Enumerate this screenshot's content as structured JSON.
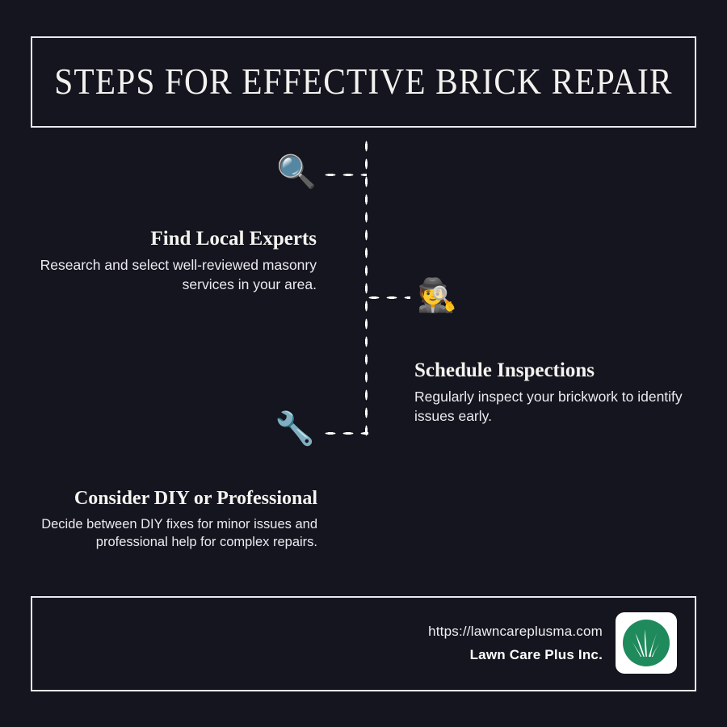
{
  "canvas": {
    "background_color": "#14151e",
    "border_color": "#e9e9ef",
    "text_color": "#f3f2ef"
  },
  "header": {
    "title": "STEPS FOR EFFECTIVE BRICK REPAIR"
  },
  "steps": [
    {
      "icon": "magnifying-glass-emoji",
      "glyph": "🔍",
      "heading": "Find Local Experts",
      "body": "Research and select well-reviewed masonry services in your area.",
      "align": "right"
    },
    {
      "icon": "detective-emoji",
      "glyph": "🕵️",
      "heading": "Schedule Inspections",
      "body": "Regularly inspect your brickwork to identify issues early.",
      "align": "left"
    },
    {
      "icon": "wrench-emoji",
      "glyph": "🔧",
      "heading": "Consider DIY or Professional",
      "body": "Decide between DIY fixes for minor issues and professional help for complex repairs.",
      "align": "right"
    }
  ],
  "footer": {
    "url": "https://lawncareplusma.com",
    "company": "Lawn Care Plus Inc.",
    "logo": {
      "name": "lawn-care-plus-logo",
      "circle_color": "#1f8a5c",
      "background_color": "#ffffff",
      "blade_color": "#ffffff"
    }
  }
}
